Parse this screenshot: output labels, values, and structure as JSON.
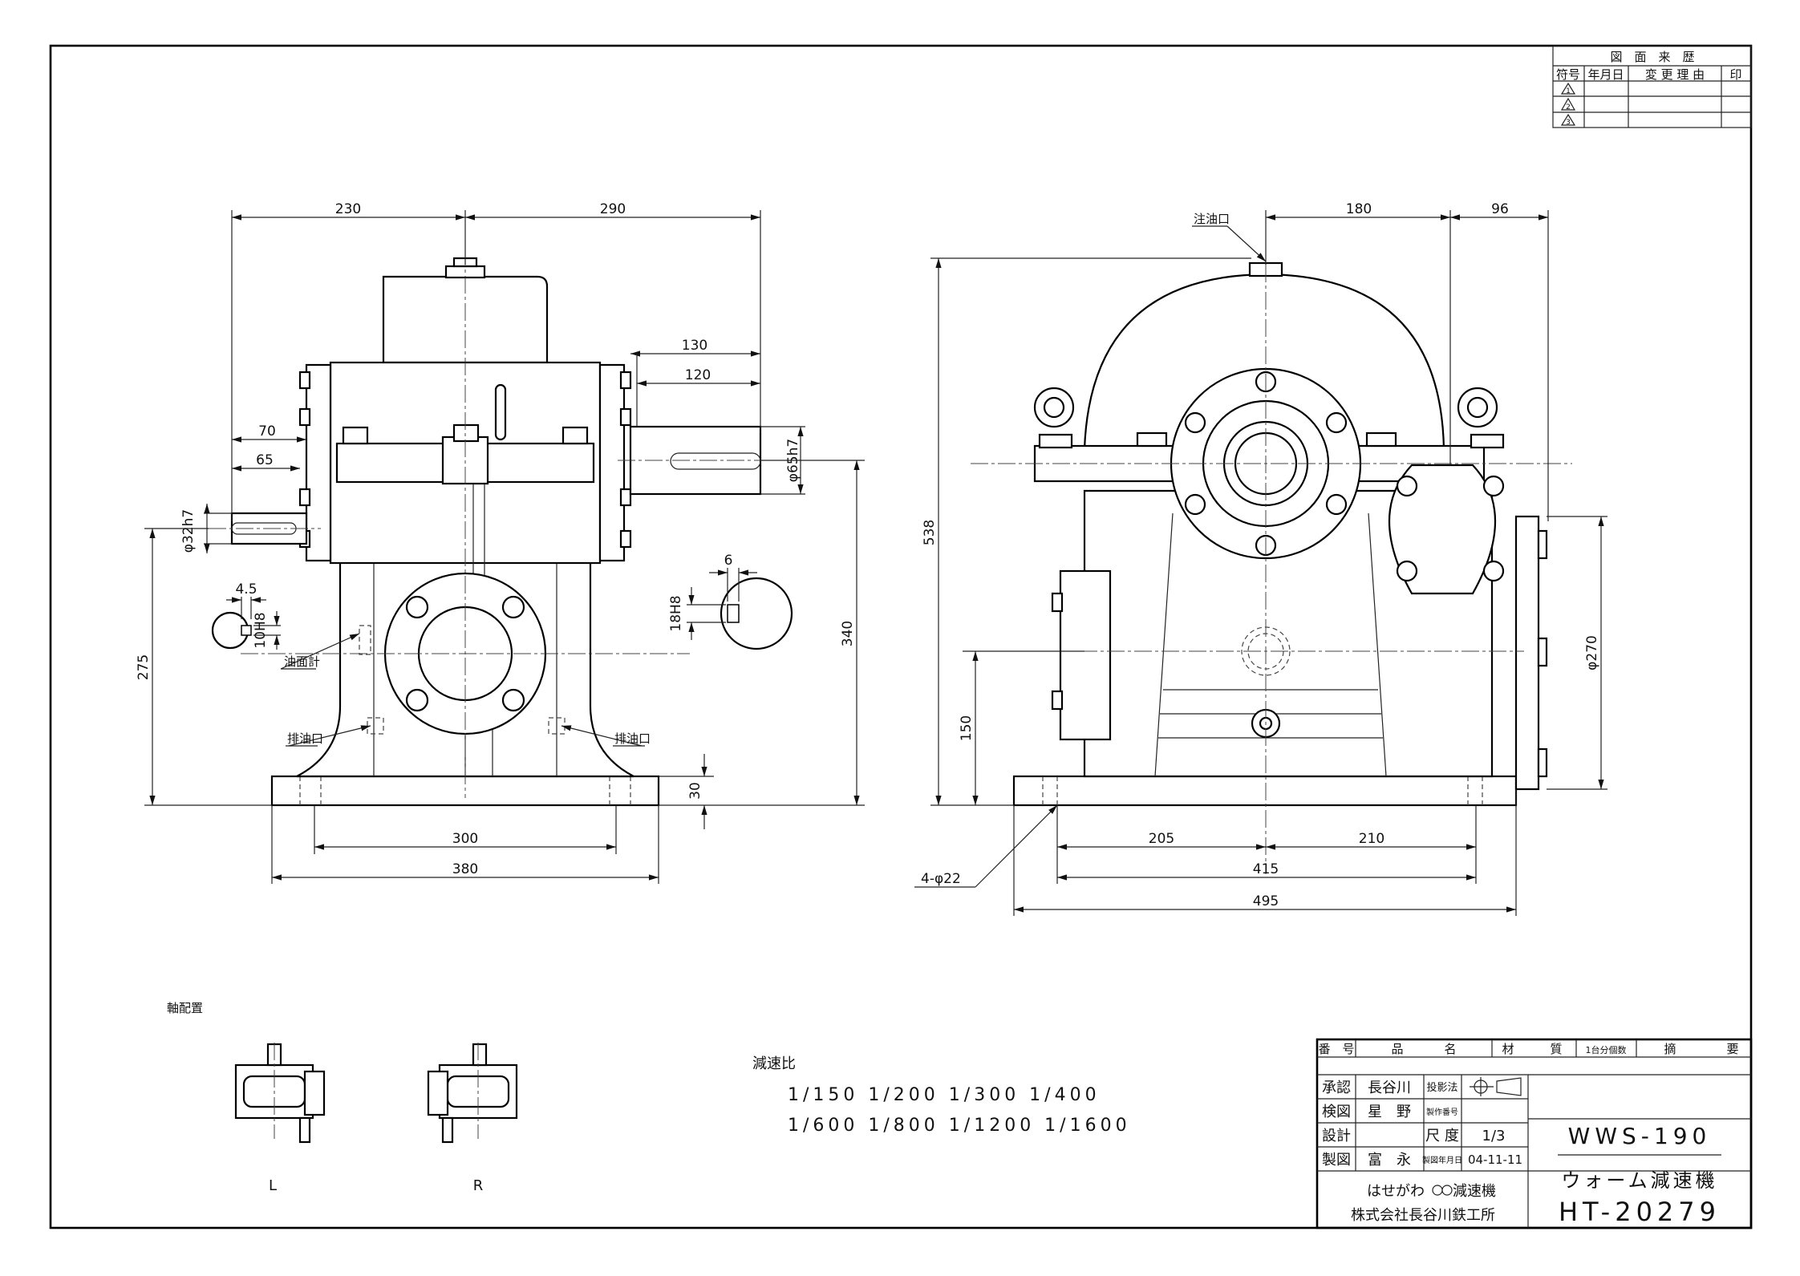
{
  "revision_table": {
    "title": "図　面　来　歴",
    "headers": [
      "符号",
      "年月日",
      "変 更 理 由",
      "印"
    ],
    "rows": [
      "1",
      "2",
      "3"
    ]
  },
  "front_view": {
    "dims": {
      "d230": "230",
      "d290": "290",
      "d130": "130",
      "d120": "120",
      "d70": "70",
      "d65": "65",
      "d4_5": "4.5",
      "d6": "6",
      "d275": "275",
      "d340": "340",
      "d30": "30",
      "d300": "300",
      "d380": "380",
      "phi32": "φ32h7",
      "phi65": "φ65h7",
      "k10": "10H8",
      "k18": "18H8"
    },
    "labels": {
      "gauge": "油面計",
      "drain_left": "排油口",
      "drain_right": "排油口"
    }
  },
  "side_view": {
    "dims": {
      "d180": "180",
      "d96": "96",
      "d538": "538",
      "d150": "150",
      "d205": "205",
      "d210": "210",
      "d415": "415",
      "d495": "495",
      "phi270": "φ270",
      "holes": "4-φ22"
    },
    "labels": {
      "fill": "注油口"
    }
  },
  "shaft_arrangement": {
    "title": "軸配置",
    "labels": [
      "L",
      "R"
    ]
  },
  "reduction": {
    "title": "減速比",
    "line1": "1/150 1/200 1/300 1/400",
    "line2": "1/600 1/800 1/1200 1/1600"
  },
  "title_block": {
    "headers": [
      "番　号",
      "品",
      "名",
      "材",
      "質",
      "1台分個数",
      "摘",
      "要"
    ],
    "approve_label": "承認",
    "approve_name": "長谷川",
    "projection_label": "投影法",
    "check_label": "検図",
    "check_name": "星　野",
    "mfg_no_label": "製作番号",
    "design_label": "設計",
    "scale_label": "尺 度",
    "scale_value": "1/3",
    "draw_label": "製図",
    "draw_name": "富　永",
    "date_label": "製図年月日",
    "date_value": "04-11-11",
    "model": "WWS-190",
    "product": "ウォーム減速機",
    "company_line1": "はせがわ",
    "company_line1b": "減速機",
    "company_line2": "株式会社長谷川鉄工所",
    "drawing_no": "HT-20279"
  }
}
